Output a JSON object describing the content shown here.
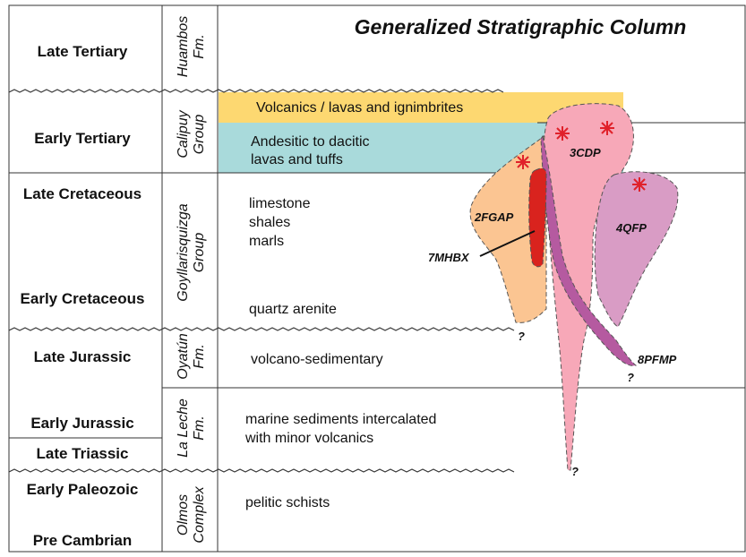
{
  "title": "Generalized Stratigraphic Column",
  "ages": {
    "late_tertiary": "Late Tertiary",
    "early_tertiary": "Early Tertiary",
    "late_cretaceous": "Late Cretaceous",
    "early_cretaceous": "Early Cretaceous",
    "late_jurassic": "Late Jurassic",
    "early_jurassic": "Early Jurassic",
    "late_triassic": "Late Triassic",
    "early_paleozoic": "Early Paleozoic",
    "pre_cambrian": "Pre Cambrian"
  },
  "formations": {
    "huambos": [
      "Huambos",
      "Fm."
    ],
    "calipuy": [
      "Calipuy",
      "Group"
    ],
    "goyllarisquizga": [
      "Goyllarisquizga",
      "Group"
    ],
    "oyatun": [
      "Oyatún",
      "Fm."
    ],
    "la_leche": [
      "La Leche",
      "Fm."
    ],
    "olmos": [
      "Olmos",
      "Complex"
    ]
  },
  "lithology": {
    "volcanics": "Volcanics / lavas and ignimbrites",
    "andesitic_1": "Andesitic to dacitic",
    "andesitic_2": "lavas and tuffs",
    "limestone": "limestone",
    "shales": "shales",
    "marls": "marls",
    "quartz_arenite": "quartz arenite",
    "volcano_sedimentary": "volcano-sedimentary",
    "marine_1": "marine sediments intercalated",
    "marine_2": "with minor volcanics",
    "pelitic_schists": "pelitic schists"
  },
  "intrusions": {
    "cdp": "3CDP",
    "fgap": "2FGAP",
    "qfp": "4QFP",
    "mhbx": "7MHBX",
    "pfmp": "8PFMP"
  },
  "unknown_mark": "?",
  "colors": {
    "volcanics": "#fdd871",
    "andesitic": "#a9dadb",
    "cdp": "#f7a8b8",
    "fgap": "#fbc592",
    "qfp": "#d99cc5",
    "pfmp": "#b55aa0",
    "mhbx": "#d9231e",
    "mineralization": "#e0212a"
  }
}
